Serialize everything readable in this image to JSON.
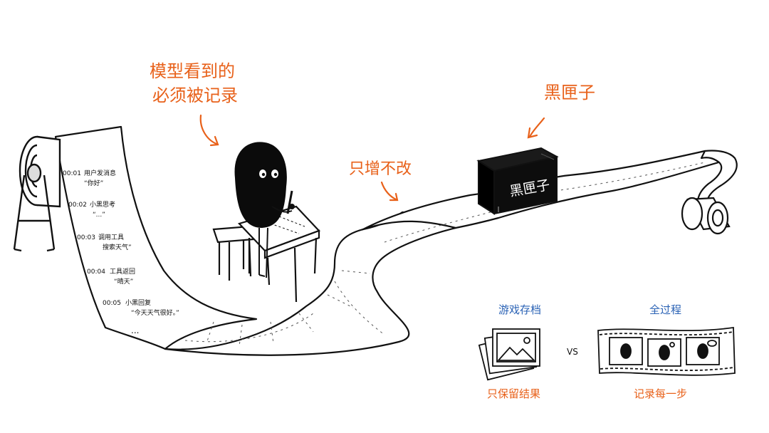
{
  "annotations": {
    "model_line1": "模型看到的",
    "model_line2": "必须被记录",
    "append_only": "只增不改",
    "black_box": "黑匣子",
    "box_face_label": "黑匣子"
  },
  "log_entries": [
    {
      "time": "00:01",
      "title": "用户发消息",
      "detail": "“你好”"
    },
    {
      "time": "00:02",
      "title": "小黑思考",
      "detail": "“...”"
    },
    {
      "time": "00:03",
      "title": "调用工具",
      "detail": "搜索天气”"
    },
    {
      "time": "00:04",
      "title": "工具返回",
      "detail": "“晴天”"
    },
    {
      "time": "00:05",
      "title": "小黑回复",
      "detail": "“今天天气很好。”"
    }
  ],
  "log_ellipsis": "...",
  "comparison": {
    "left_title": "游戏存档",
    "left_caption": "只保留结果",
    "vs": "VS",
    "right_title": "全过程",
    "right_caption": "记录每一步"
  },
  "colors": {
    "accent_orange": "#e8611a",
    "accent_blue": "#2a62b5",
    "ink": "#111111"
  }
}
